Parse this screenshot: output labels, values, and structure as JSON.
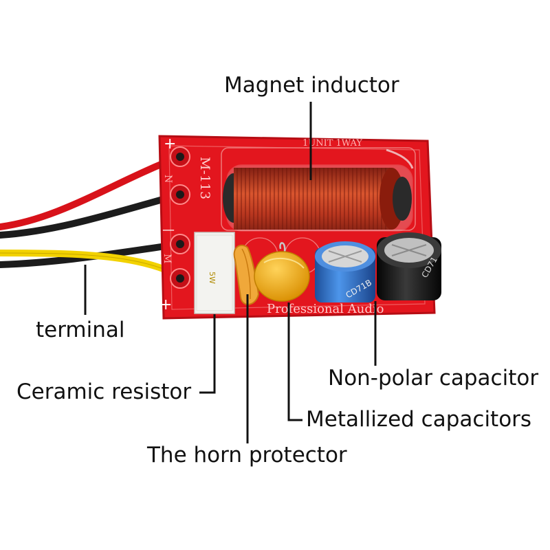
{
  "labels": {
    "magnet_inductor": "Magnet inductor",
    "terminal": "terminal",
    "ceramic_resistor": "Ceramic resistor",
    "horn_protector": "The horn protector",
    "non_polar_capacitor": "Non-polar capacitor",
    "metallized_capacitors": "Metallized capacitors"
  },
  "board_print": {
    "model": "M-113",
    "header": "1UNIT 1WAY",
    "footer": "Professional  Audio",
    "plus_top": "+",
    "minus_mid": "—",
    "plus_bottom": "+",
    "n_label": "N",
    "m_label": "M",
    "cap_blue_text": "CD71B",
    "cap_black_text": "CD71"
  },
  "colors": {
    "board": "#e3161e",
    "wire_red": "#d8121a",
    "wire_black": "#1c1c1c",
    "wire_yellow": "#f2d200",
    "coil": "#b8361f",
    "cap_blue": "#2a6fd0",
    "cap_black": "#1a1a1a",
    "cap_yellow": "#f3b112",
    "resistor": "#f3f3f0",
    "leader_line": "#111111"
  }
}
